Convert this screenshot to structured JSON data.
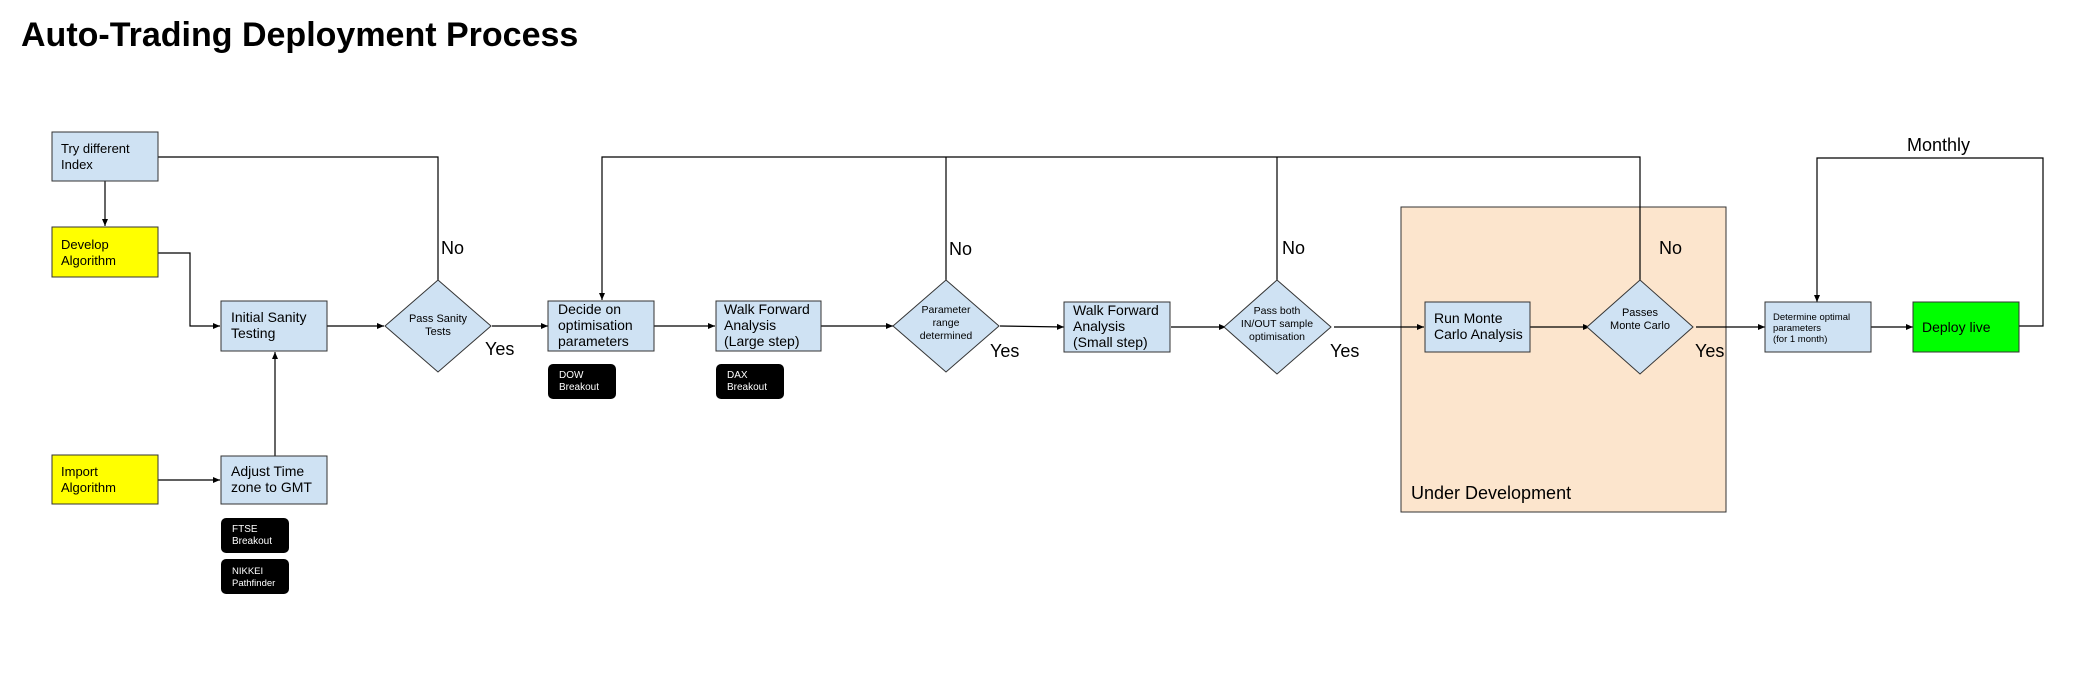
{
  "title": "Auto-Trading Deployment Process",
  "colors": {
    "process_fill": "#cfe2f3",
    "algorithm_fill": "#ffff00",
    "deploy_fill": "#00ff00",
    "tag_fill": "#000000",
    "dev_region_fill": "#fce5cd"
  },
  "nodes": {
    "try_index": [
      "Try different",
      "Index"
    ],
    "develop_algo": [
      "Develop",
      "Algorithm"
    ],
    "import_algo": [
      "Import",
      "Algorithm"
    ],
    "sanity_testing": [
      "Initial Sanity",
      "Testing"
    ],
    "adjust_time": [
      "Adjust Time",
      "zone to GMT"
    ],
    "pass_sanity": [
      "Pass Sanity",
      "Tests"
    ],
    "decide_params": [
      "Decide on",
      "optimisation",
      "parameters"
    ],
    "wf_large": [
      "Walk Forward",
      "Analysis",
      "(Large step)"
    ],
    "param_range": [
      "Parameter",
      "range",
      "determined"
    ],
    "wf_small": [
      "Walk Forward",
      "Analysis",
      "(Small step)"
    ],
    "pass_inout": [
      "Pass both",
      "IN/OUT sample",
      "optimisation"
    ],
    "monte_carlo": [
      "Run Monte",
      "Carlo Analysis"
    ],
    "passes_mc": [
      "Passes",
      "Monte Carlo"
    ],
    "determine_params": [
      "Determine optimal",
      "parameters",
      "(for 1 month)"
    ],
    "deploy_live": [
      "Deploy live"
    ]
  },
  "tags": {
    "ftse": [
      "FTSE",
      "Breakout"
    ],
    "nikkei": [
      "NIKKEI",
      "Pathfinder"
    ],
    "dow": [
      "DOW",
      "Breakout"
    ],
    "dax": [
      "DAX",
      "Breakout"
    ]
  },
  "edge_labels": {
    "no": "No",
    "yes": "Yes",
    "monthly": "Monthly"
  },
  "region_label": "Under Development"
}
